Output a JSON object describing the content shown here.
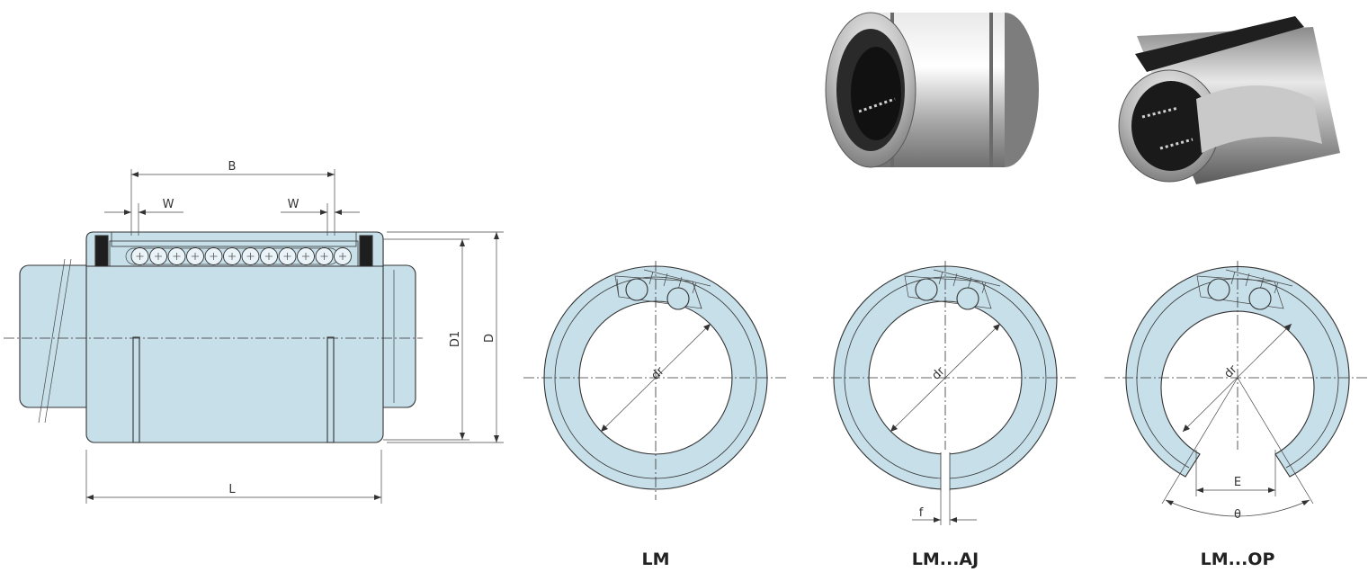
{
  "colors": {
    "fill": "#c6dfe9",
    "line": "#333333",
    "seal": "#1e1e1e",
    "background": "#ffffff"
  },
  "side_view": {
    "labels": {
      "B": "B",
      "W_left": "W",
      "W_right": "W",
      "D1": "D1",
      "D": "D",
      "L": "L"
    },
    "ball_count": 12
  },
  "sections": [
    {
      "id": "lm",
      "caption": "LM",
      "dr_label": "dr",
      "cut": "none"
    },
    {
      "id": "lm-aj",
      "caption": "LM...AJ",
      "dr_label": "dr",
      "cut": "slit",
      "slit_label": "f"
    },
    {
      "id": "lm-op",
      "caption": "LM...OP",
      "dr_label": "dr",
      "cut": "open",
      "open_labels": {
        "width": "E",
        "angle": "θ"
      }
    }
  ],
  "photos": [
    {
      "id": "photo-closed-bushing",
      "icon": "closed-linear-bushing"
    },
    {
      "id": "photo-open-bushing",
      "icon": "open-linear-bushing"
    }
  ]
}
